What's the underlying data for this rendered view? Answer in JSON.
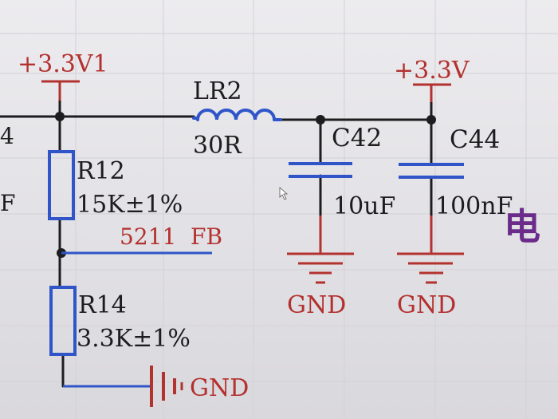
{
  "schematic": {
    "left_net_fragment": "4",
    "left_label_fragment": "F",
    "power_left": "+3.3V1",
    "power_right": "+3.3V",
    "inductor": {
      "ref": "LR2",
      "value": "30R"
    },
    "c42": {
      "ref": "C42",
      "value": "10uF"
    },
    "c44": {
      "ref": "C44",
      "value": "100nF"
    },
    "r12": {
      "ref": "R12",
      "value": "15K±1%"
    },
    "r14": {
      "ref": "R14",
      "value": "3.3K±1%"
    },
    "fb_net": "5211  FB",
    "gnd_c42": "GND",
    "gnd_c44": "GND",
    "gnd_bottom": "GND",
    "cut_off_chinese": "电"
  },
  "colors": {
    "wire": "#1d1d1f",
    "component": "#2f55c8",
    "power_symbol": "#b3312f",
    "text_red": "#b3312f",
    "text_black": "#1d1d1f",
    "grid": "#d2d1d6",
    "accent_purple": "#6a2b8a"
  }
}
